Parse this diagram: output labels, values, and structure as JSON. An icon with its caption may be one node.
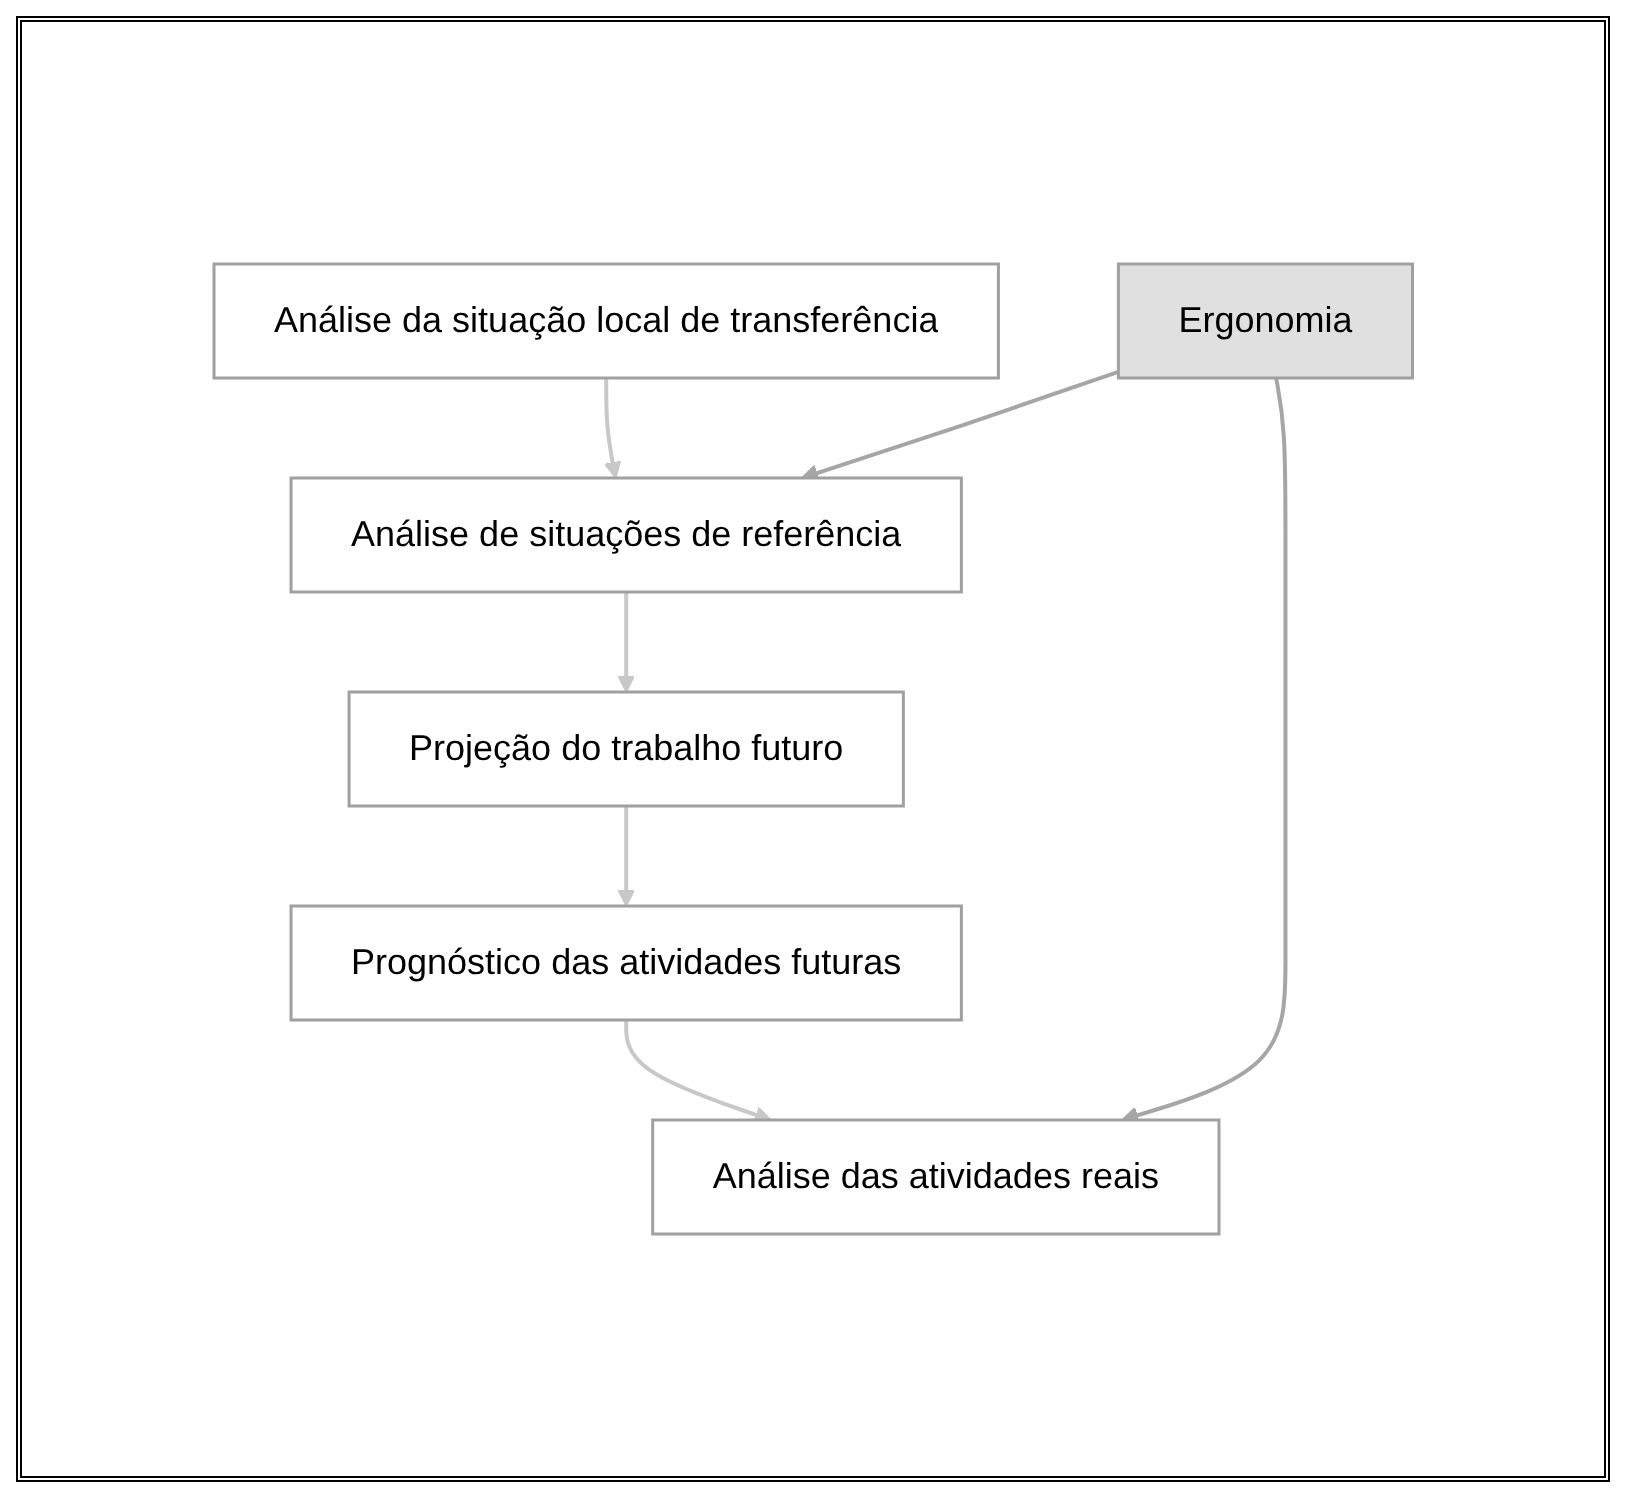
{
  "diagram": {
    "nodes": [
      {
        "text": [
          "Análise da situação local de transferência"
        ]
      },
      {
        "text": [
          "Análise de situações de referência"
        ]
      },
      {
        "text": [
          "Projeção do trabalho futuro"
        ]
      },
      {
        "text": [
          "Prognóstico das atividades futuras"
        ]
      },
      {
        "text": [
          "Análise das atividades reais"
        ]
      },
      {
        "text": [
          "Ergonomia"
        ]
      }
    ],
    "edges": [
      {
        "from": 0,
        "to": 1,
        "arrow": "to"
      },
      {
        "from": 1,
        "to": 2,
        "arrow": "to"
      },
      {
        "from": 2,
        "to": 3,
        "arrow": "to"
      },
      {
        "from": 3,
        "to": 4,
        "arrow": "to"
      },
      {
        "from": 5,
        "to": 1,
        "arrow": "to",
        "color": "#a6a6a6"
      },
      {
        "from": 5,
        "to": 4,
        "arrow": "to",
        "color": "#a6a6a6"
      }
    ]
  }
}
